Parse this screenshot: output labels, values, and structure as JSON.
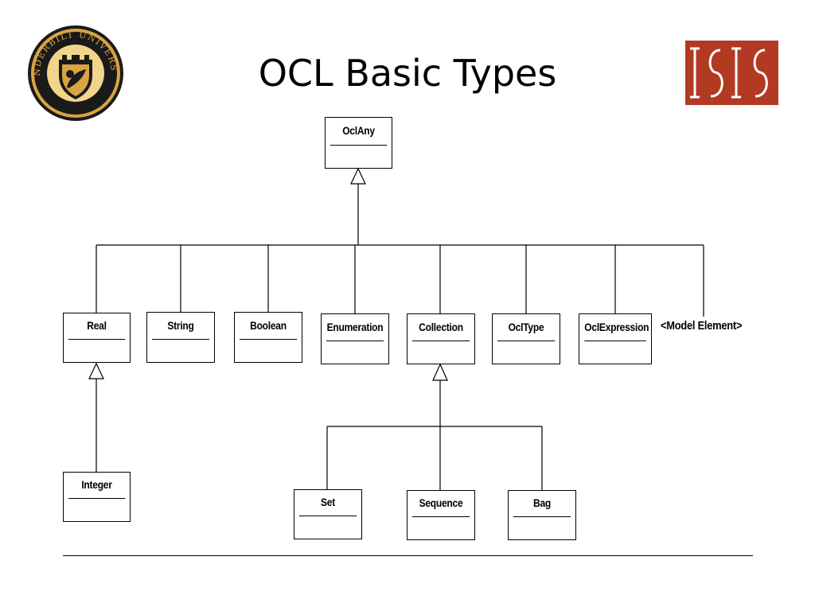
{
  "slide": {
    "title": "OCL Basic Types"
  },
  "logos": {
    "vanderbilt_text": "VANDERBILT UNIVERSITY",
    "vanderbilt_colors": {
      "ring": "#1a1a1a",
      "gold": "#d9a441",
      "seal_bg": "#f2d58a"
    },
    "isis_color": "#b23a22"
  },
  "diagram": {
    "root": {
      "name": "OclAny"
    },
    "level1": [
      {
        "name": "Real"
      },
      {
        "name": "String"
      },
      {
        "name": "Boolean"
      },
      {
        "name": "Enumeration"
      },
      {
        "name": "Collection"
      },
      {
        "name": "OclType"
      },
      {
        "name": "OclExpression"
      }
    ],
    "model_element": "<Model Element>",
    "real_children": [
      {
        "name": "Integer"
      }
    ],
    "collection_children": [
      {
        "name": "Set"
      },
      {
        "name": "Sequence"
      },
      {
        "name": "Bag"
      }
    ]
  }
}
